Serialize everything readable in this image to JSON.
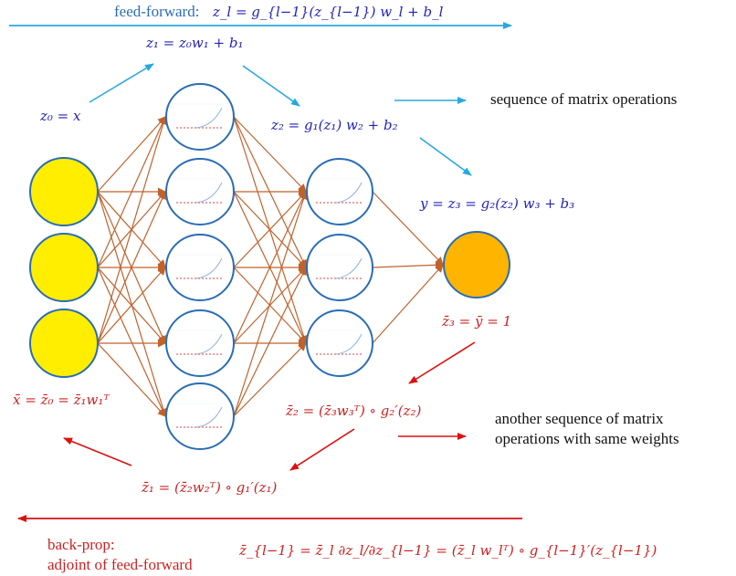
{
  "colors": {
    "forward_arrow": "#29a8e0",
    "backward_arrow": "#dd1111",
    "connection": "#c0622b",
    "input_node": "#ffee00",
    "output_node": "#ffb400",
    "node_border": "#2a6db5",
    "eq_blue": "#2222bb",
    "eq_red": "#cc2222"
  },
  "top": {
    "label": "feed-forward:",
    "equation": "z_l = g_{l−1}(z_{l−1}) w_l + b_l"
  },
  "forward_equations": {
    "z0": "z₀ = x",
    "z1": "z₁ = z₀w₁ + b₁",
    "z2": "z₂ = g₁(z₁) w₂ + b₂",
    "y": "y = z₃ = g₂(z₂) w₃ + b₃"
  },
  "notes": {
    "forward": "sequence of matrix operations",
    "backward_line1": "another sequence of matrix",
    "backward_line2": "operations with same weights"
  },
  "backward_equations": {
    "z3bar": "z̄₃ = ȳ = 1",
    "z2bar": "z̄₂ = (z̄₃w₃ᵀ) ∘ g₂′(z₂)",
    "z1bar": "z̄₁ = (z̄₂w₂ᵀ) ∘ g₁′(z₁)",
    "xbar": "x̄ = z̄₀ = z̄₁w₁ᵀ",
    "general": "z̄_{l−1} = z̄_l ∂z_l/∂z_{l−1} = (z̄_l w_lᵀ) ∘ g_{l−1}′(z_{l−1})"
  },
  "bottom": {
    "line1": "back-prop:",
    "line2": "adjoint of feed-forward"
  },
  "network": {
    "layer_sizes": [
      3,
      5,
      3,
      1
    ]
  }
}
